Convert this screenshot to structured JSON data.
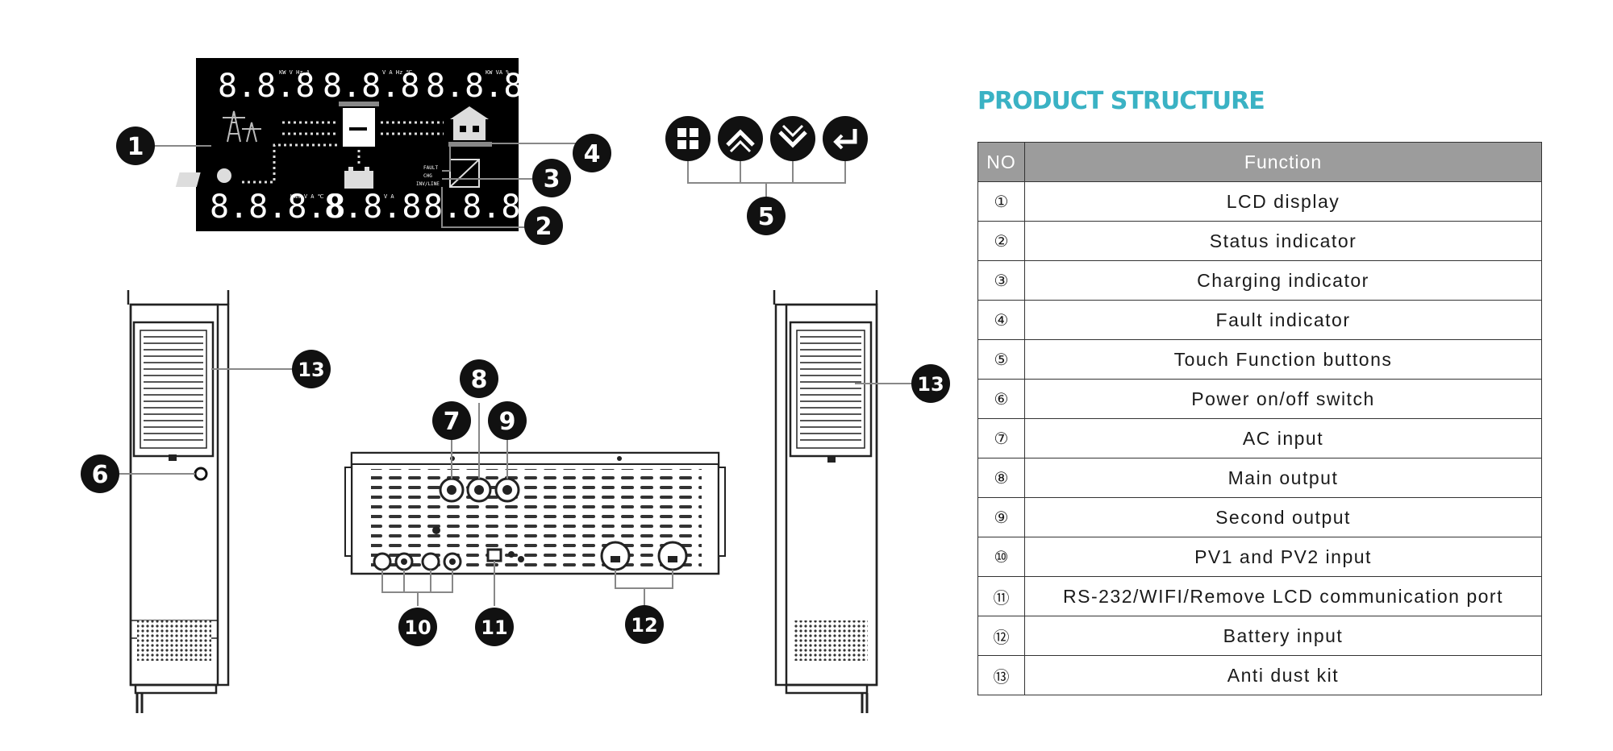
{
  "title": "PRODUCT STRUCTURE",
  "table": {
    "headers": [
      "NO",
      "Function"
    ],
    "rows": [
      {
        "no": "①",
        "function": "LCD display"
      },
      {
        "no": "②",
        "function": "Status indicator"
      },
      {
        "no": "③",
        "function": "Charging indicator"
      },
      {
        "no": "④",
        "function": "Fault indicator"
      },
      {
        "no": "⑤",
        "function": "Touch Function buttons"
      },
      {
        "no": "⑥",
        "function": "Power on/off switch"
      },
      {
        "no": "⑦",
        "function": "AC input"
      },
      {
        "no": "⑧",
        "function": "Main output"
      },
      {
        "no": "⑨",
        "function": "Second output"
      },
      {
        "no": "⑩",
        "function": "PV1 and PV2 input"
      },
      {
        "no": "⑪",
        "function": "RS-232/WIFI/Remove LCD communication port"
      },
      {
        "no": "⑫",
        "function": "Battery input"
      },
      {
        "no": "⑬",
        "function": "Anti dust kit"
      }
    ]
  },
  "lcd": {
    "readout_top_left": "8.8.8",
    "units_top_left": "KW V Hz A",
    "readout_top_center": "8.8.8",
    "units_top_center": "V A Hz ℃",
    "readout_top_right": "8.8.8",
    "units_top_right": "KW VA %",
    "readout_bottom_left": "8.8.8.8",
    "units_bottom_left": "KWh V A ℃",
    "readout_bottom_center": "8.8.8",
    "units_bottom_center": "V A",
    "readout_bottom_right": "8.8.8",
    "indicator_labels": [
      "FAULT",
      "CHG",
      "INV/LINE"
    ]
  },
  "callouts": [
    "1",
    "2",
    "3",
    "4",
    "5",
    "6",
    "7",
    "8",
    "9",
    "10",
    "11",
    "12",
    "13",
    "13"
  ]
}
